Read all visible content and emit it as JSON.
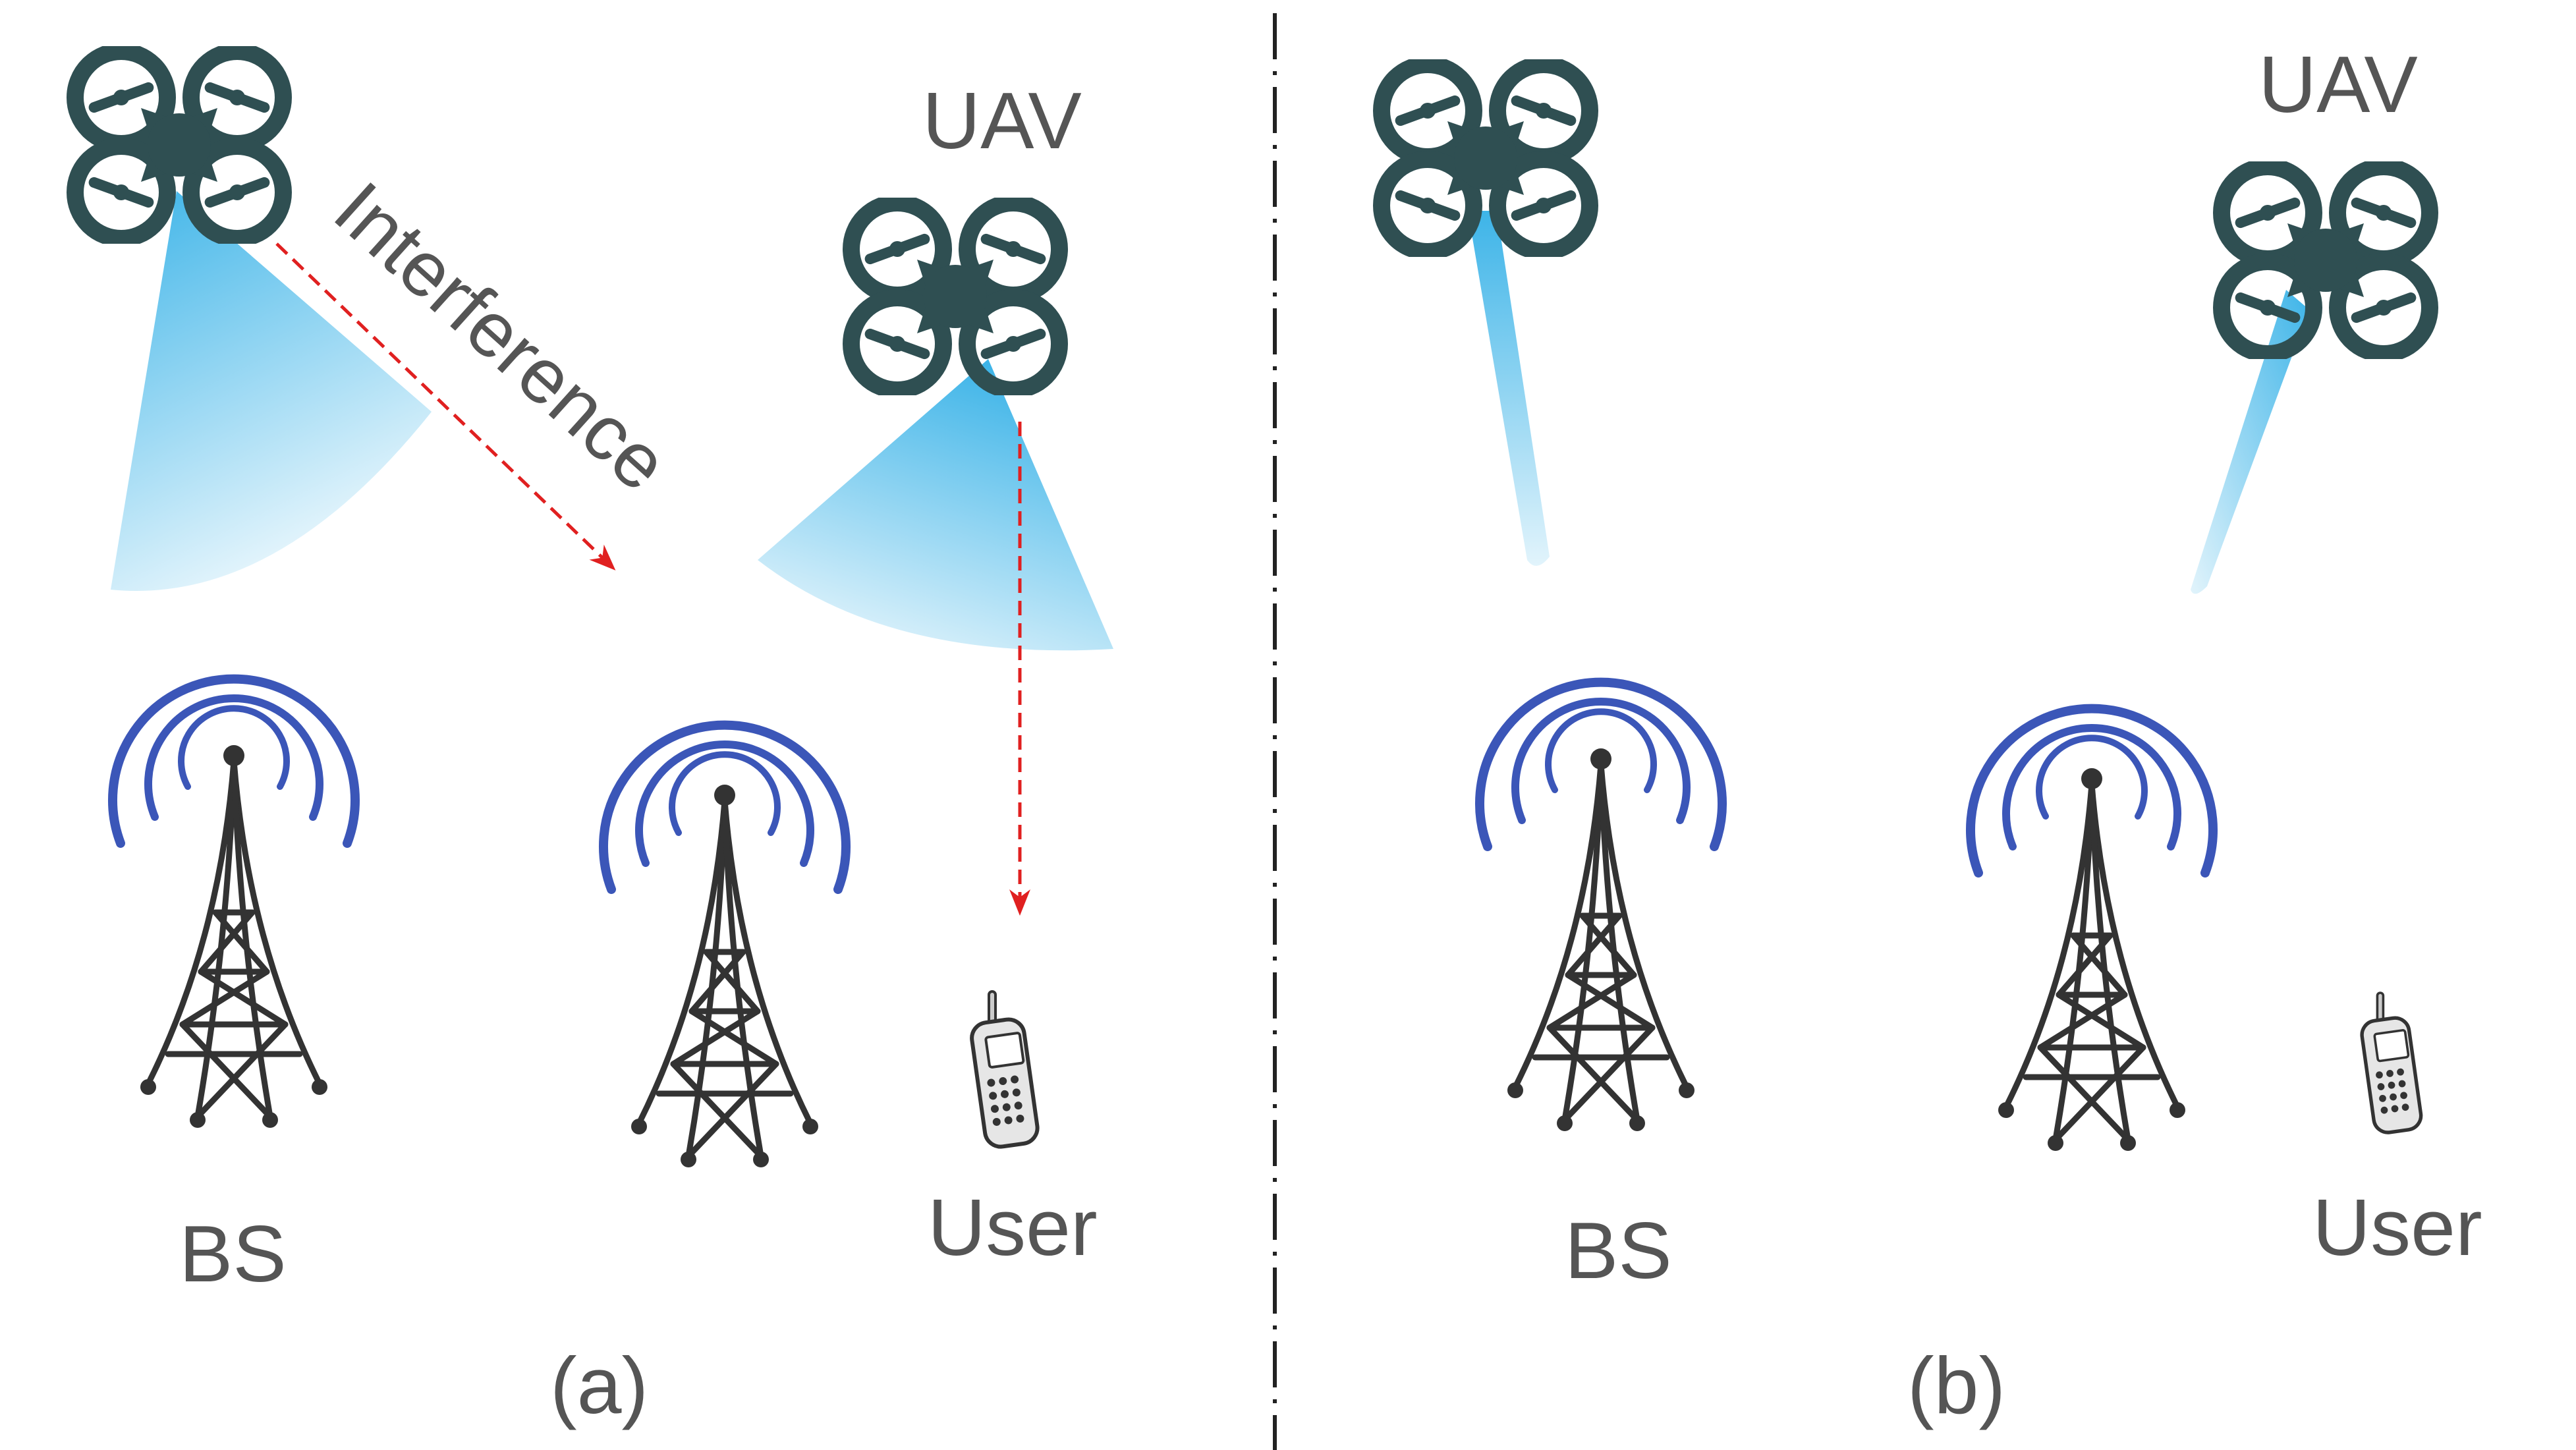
{
  "panels": [
    {
      "id": "a",
      "caption": "(a)",
      "labels": {
        "uav": "UAV",
        "bs": "BS",
        "user": "User",
        "interference": "Interference"
      },
      "beam_type": "wide"
    },
    {
      "id": "b",
      "caption": "(b)",
      "labels": {
        "uav": "UAV",
        "bs": "BS",
        "user": "User"
      },
      "beam_type": "narrow"
    }
  ],
  "colors": {
    "beam": "#3db4e8",
    "signal_arc": "#3b56b8",
    "drone": "#2f4f52",
    "interference_arrow": "#e02020",
    "tower": "#333333",
    "text": "#555555",
    "divider": "#222222"
  },
  "icons": [
    "drone-icon",
    "tower-icon",
    "signal-waves-icon",
    "phone-icon"
  ]
}
